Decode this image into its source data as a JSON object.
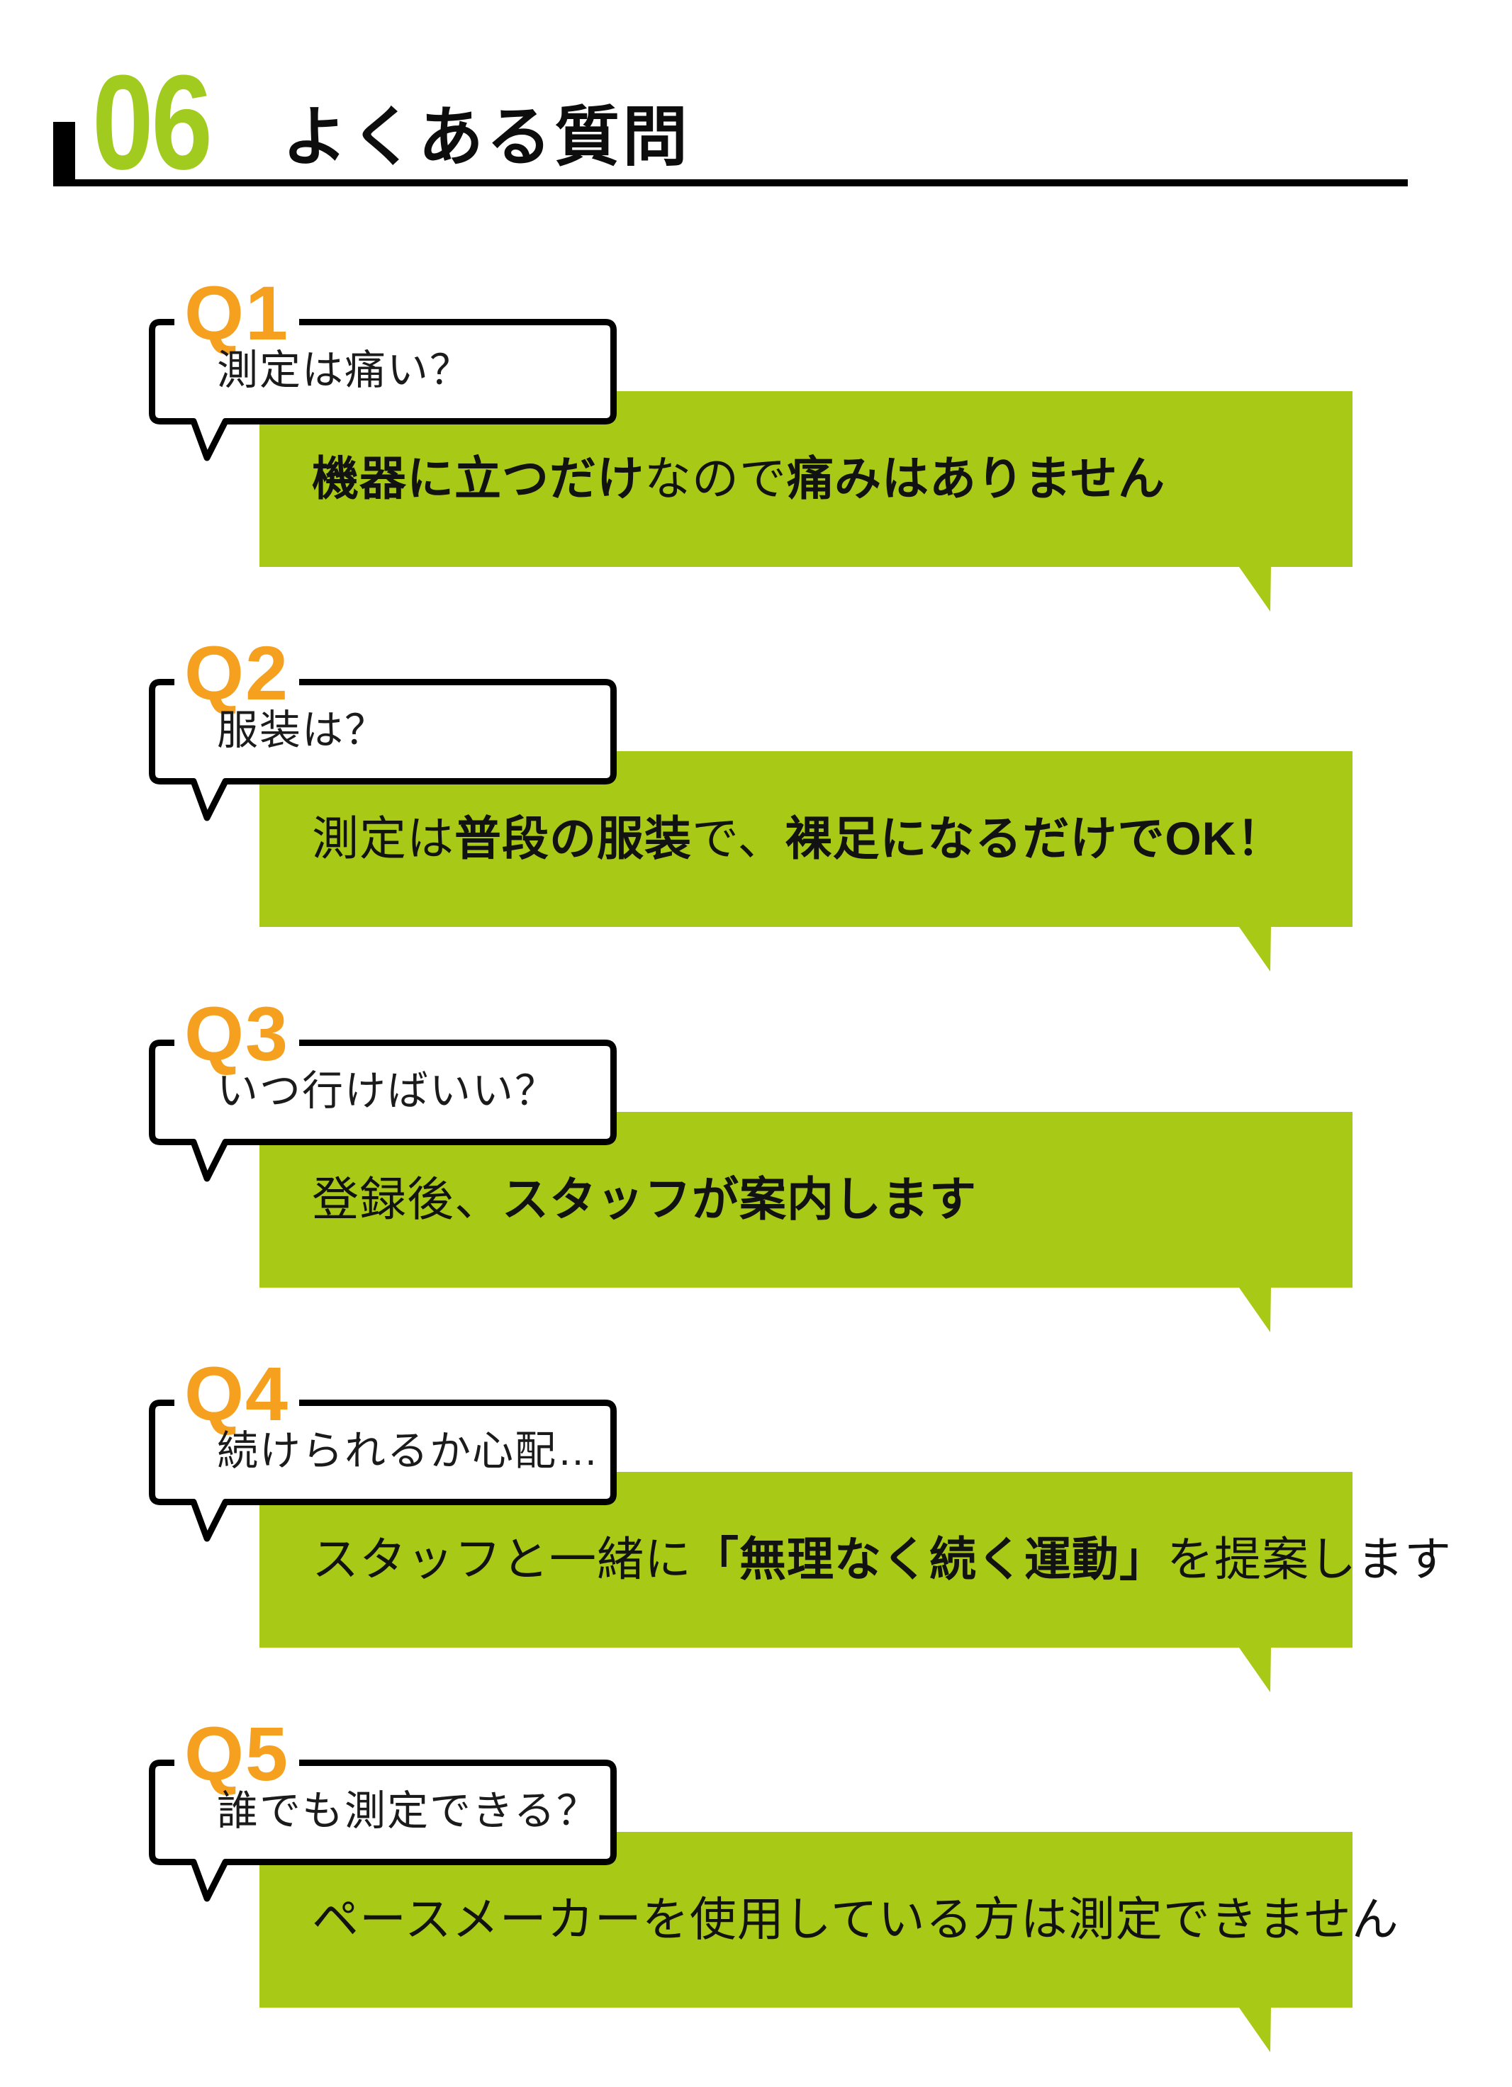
{
  "header": {
    "section_number": "06",
    "title": "よくある質問"
  },
  "colors": {
    "answer_bar_green": "#A9C917",
    "section_number_green": "#A2CB20",
    "q_label_orange": "#F5A01E",
    "outline_black": "#000000",
    "text_ink": "#121212"
  },
  "faq": {
    "items": [
      {
        "label": "Q1",
        "question": "測定は痛い？",
        "answer_segments": [
          {
            "text": "機器に立つだけ",
            "bold": true
          },
          {
            "text": "なので",
            "bold": false
          },
          {
            "text": "痛みはありません",
            "bold": true
          }
        ]
      },
      {
        "label": "Q2",
        "question": "服装は？",
        "answer_segments": [
          {
            "text": "測定は",
            "bold": false
          },
          {
            "text": "普段の服装",
            "bold": true
          },
          {
            "text": "で、",
            "bold": false
          },
          {
            "text": "裸足になるだけでOK！",
            "bold": true
          }
        ]
      },
      {
        "label": "Q3",
        "question": "いつ行けばいい？",
        "answer_segments": [
          {
            "text": "登録後、",
            "bold": false
          },
          {
            "text": "スタッフが案内します",
            "bold": true
          }
        ]
      },
      {
        "label": "Q4",
        "question": "続けられるか心配…",
        "answer_segments": [
          {
            "text": "スタッフと一緒に",
            "bold": false
          },
          {
            "text": "「無理なく続く運動」",
            "bold": true
          },
          {
            "text": "を提案します",
            "bold": false
          }
        ]
      },
      {
        "label": "Q5",
        "question": "誰でも測定できる？",
        "answer_segments": [
          {
            "text": "ペースメーカーを使用している方は測定できません",
            "bold": false
          }
        ]
      }
    ]
  }
}
